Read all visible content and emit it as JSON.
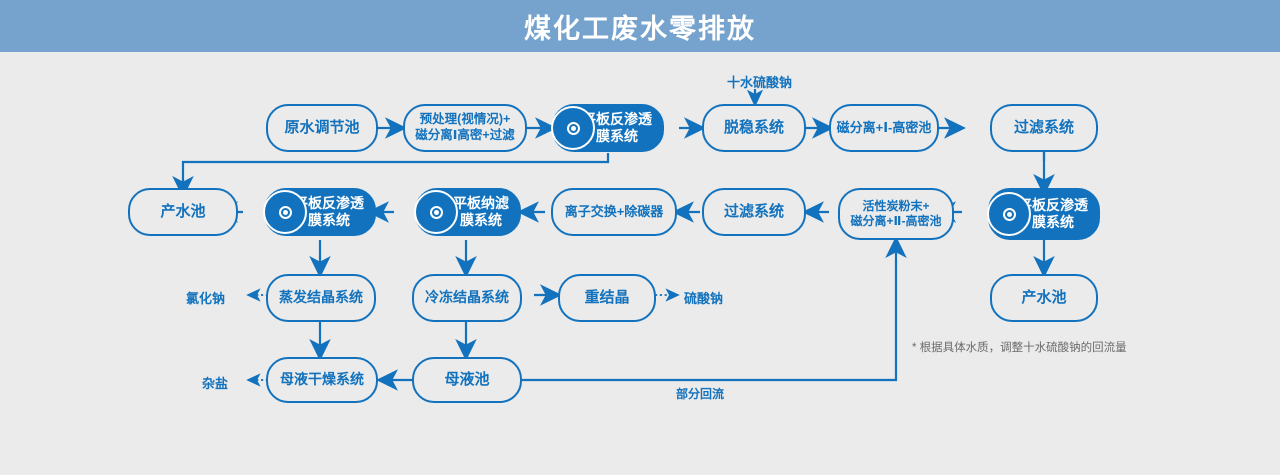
{
  "banner": {
    "title": "煤化工废水零排放",
    "bg": "#75a3cd",
    "text_color": "#ffffff"
  },
  "theme": {
    "accent": "#1272bd",
    "background": "#ebebeb",
    "note_color": "#6b6b6b"
  },
  "nodes": {
    "raw_water_tank": {
      "label": "原水调节池",
      "style": "outline"
    },
    "pretreatment": {
      "line1": "预处理(视情况)+",
      "line2": "磁分离Ⅰ高密+过滤",
      "style": "outline"
    },
    "ro_membrane_1": {
      "line1": "平板反渗透",
      "line2": "膜系统",
      "style": "filled",
      "icon": "membrane-target-icon"
    },
    "destabilization": {
      "label": "脱稳系统",
      "style": "outline"
    },
    "mag_sep_1": {
      "label": "磁分离+Ⅰ-高密池",
      "style": "outline"
    },
    "filtration_1": {
      "label": "过滤系统",
      "style": "outline"
    },
    "ro_membrane_right": {
      "line1": "平板反渗透",
      "line2": "膜系统",
      "style": "filled",
      "icon": "membrane-target-icon"
    },
    "product_water_right": {
      "label": "产水池",
      "style": "outline"
    },
    "activated_carbon": {
      "line1": "活性炭粉末+",
      "line2": "磁分离+Ⅱ-高密池",
      "style": "outline"
    },
    "filtration_2": {
      "label": "过滤系统",
      "style": "outline"
    },
    "ion_exchange": {
      "label": "离子交换+除碳器",
      "style": "outline"
    },
    "nf_membrane": {
      "line1": "平板纳滤",
      "line2": "膜系统",
      "style": "filled",
      "icon": "membrane-target-icon"
    },
    "ro_membrane_2": {
      "line1": "平板反渗透",
      "line2": "膜系统",
      "style": "filled",
      "icon": "membrane-target-icon"
    },
    "product_water_left": {
      "label": "产水池",
      "style": "outline"
    },
    "evap_crystal": {
      "label": "蒸发结晶系统",
      "style": "outline"
    },
    "freeze_crystal": {
      "label": "冷冻结晶系统",
      "style": "outline"
    },
    "recrystal": {
      "label": "重结晶",
      "style": "outline"
    },
    "mother_liquor_dry": {
      "label": "母液干燥系统",
      "style": "outline"
    },
    "mother_liquor_tank": {
      "label": "母液池",
      "style": "outline"
    }
  },
  "labels": {
    "sodium_sulfate_decahydrate": "十水硫酸钠",
    "sodium_chloride": "氯化钠",
    "sodium_sulfate": "硫酸钠",
    "mixed_salt": "杂盐",
    "partial_reflux": "部分回流",
    "footnote": "* 根据具体水质，调整十水硫酸钠的回流量"
  }
}
